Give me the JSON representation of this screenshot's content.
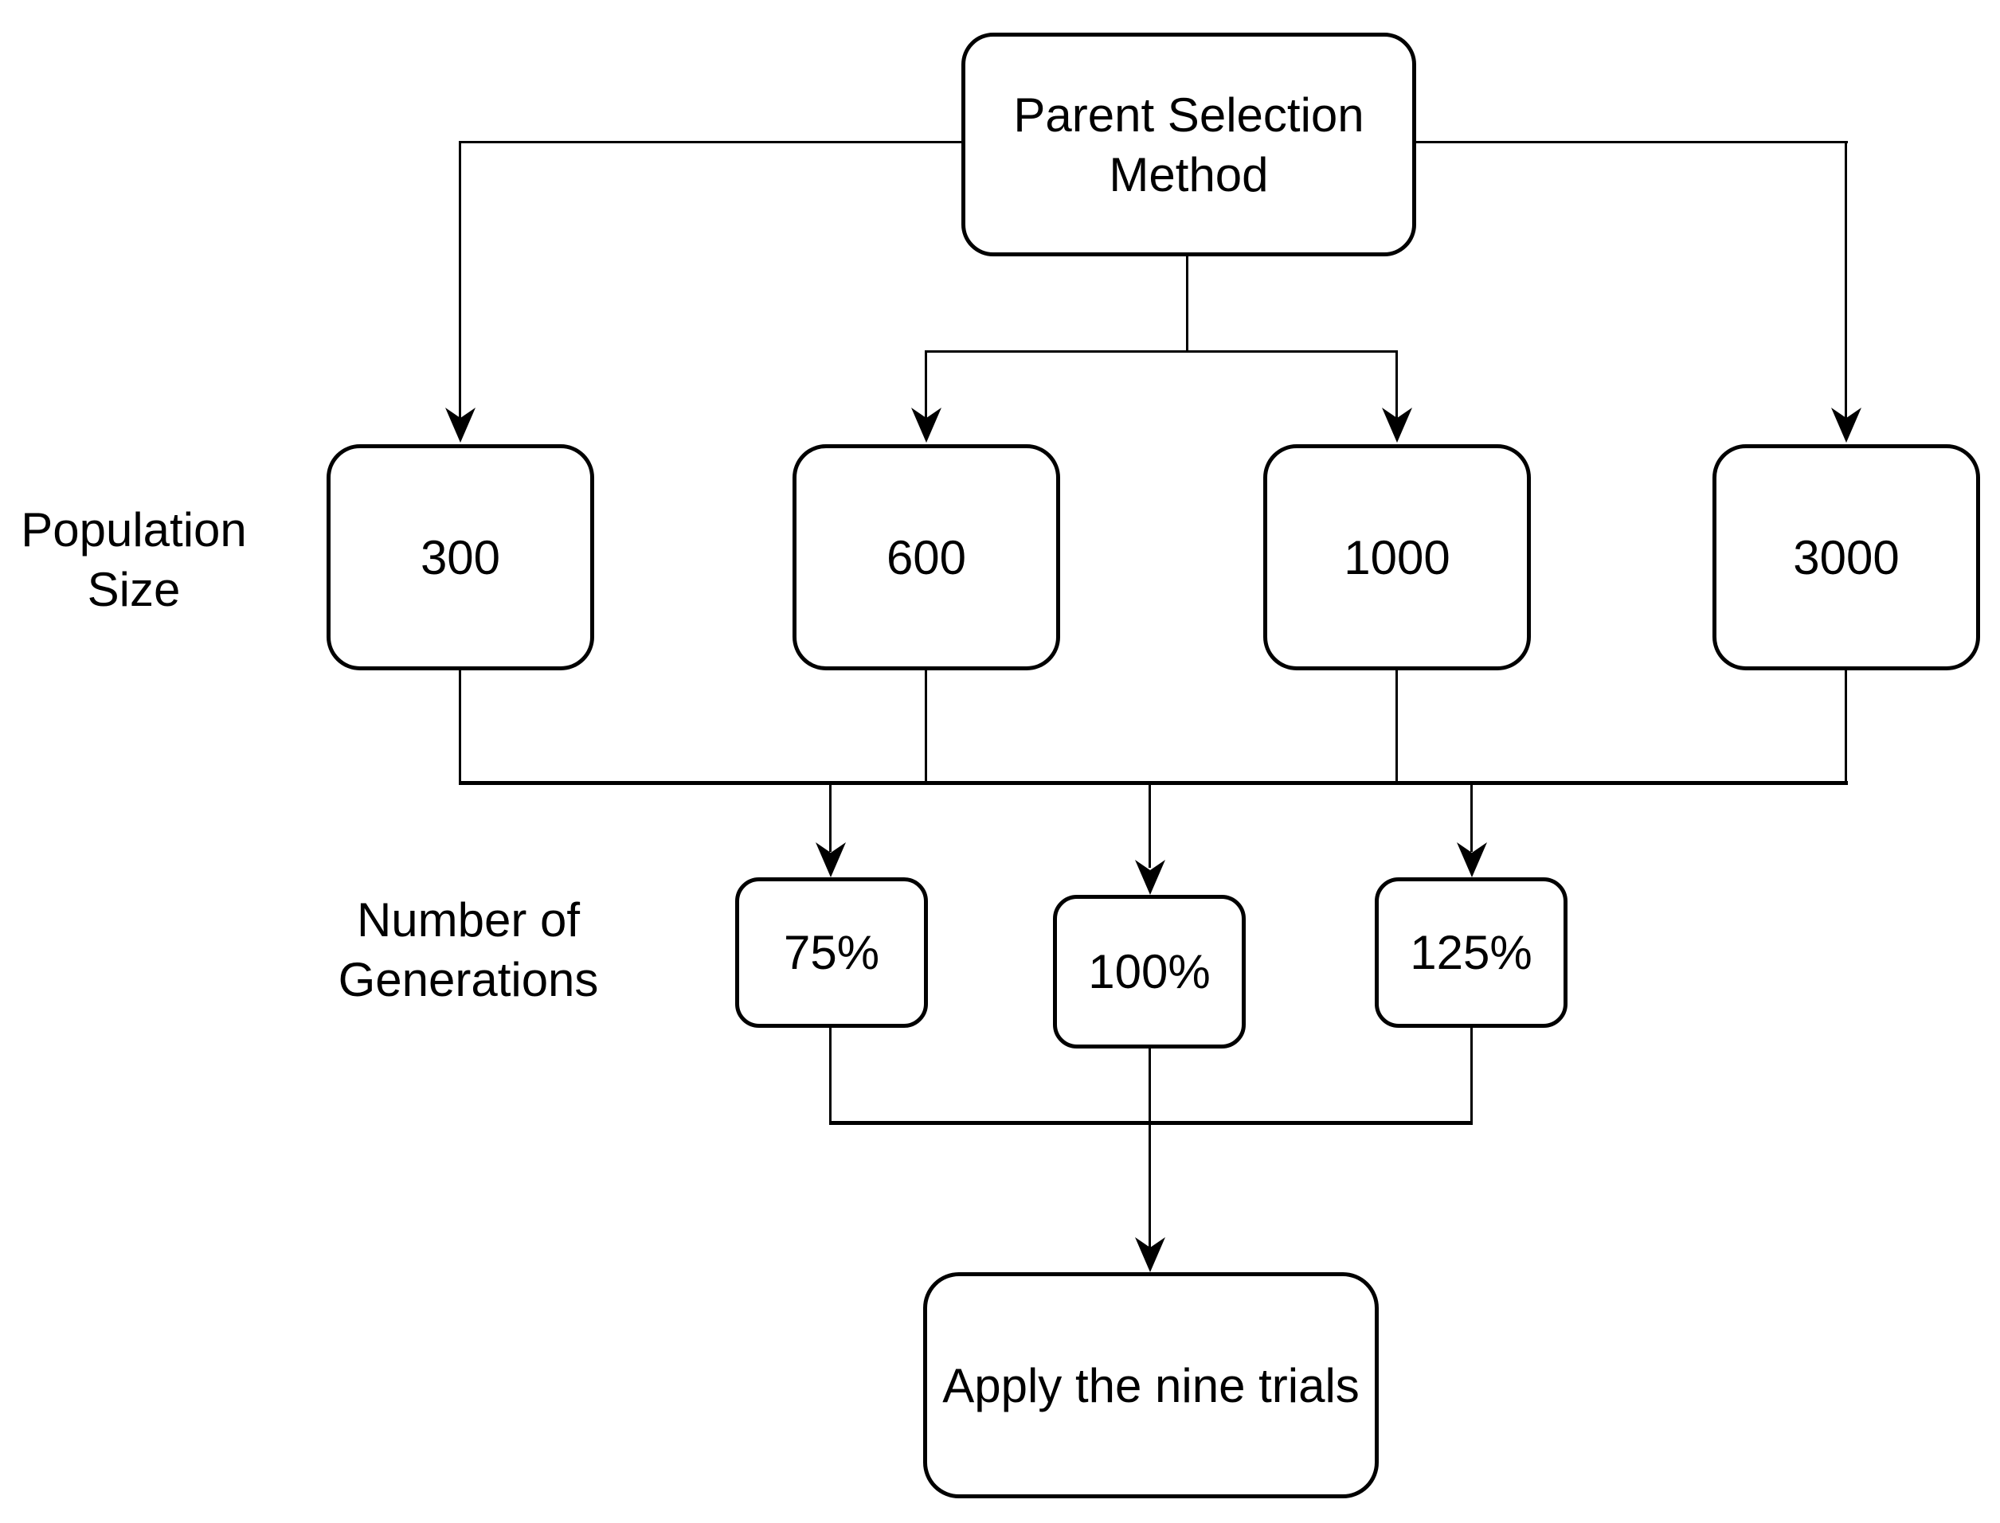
{
  "diagram": {
    "colors": {
      "stroke": "#000000",
      "fill": "#ffffff",
      "text": "#000000",
      "background": "#ffffff"
    },
    "nodes": {
      "parent_selection": "Parent Selection\nMethod",
      "population_sizes": [
        "300",
        "600",
        "1000",
        "3000"
      ],
      "generation_percentages": [
        "75%",
        "100%",
        "125%"
      ],
      "apply": "Apply the nine trials"
    },
    "side_labels": {
      "population_size": "Population\nSize",
      "number_of_generations": "Number of\nGenerations"
    }
  }
}
